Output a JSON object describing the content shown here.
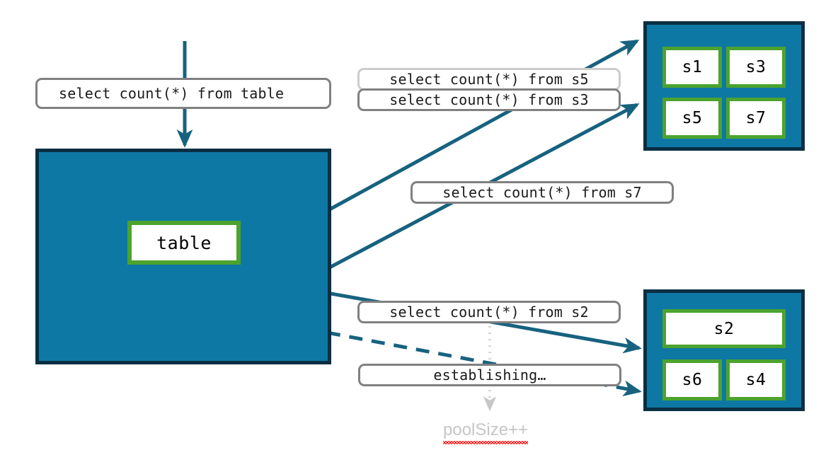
{
  "diagram": {
    "title": "Connection pool query routing",
    "colors": {
      "pool_fill": "#0E78A4",
      "pool_border": "#0A2E42",
      "node_border": "#4CA32E",
      "edge": "#17627F",
      "chip_border": "#808080",
      "chip_border_faded": "#cccccc",
      "annotation_text": "#c6c6c6",
      "spellcheck_underline": "#ff0000"
    }
  },
  "source": {
    "query_label": "select count(*) from table",
    "db_node_label": "table"
  },
  "pools": [
    {
      "name": "pool-top",
      "servers": [
        {
          "label": "s1"
        },
        {
          "label": "s3"
        },
        {
          "label": "s5"
        },
        {
          "label": "s7"
        }
      ]
    },
    {
      "name": "pool-bottom",
      "servers": [
        {
          "label": "s2"
        },
        {
          "label": "s6"
        },
        {
          "label": "s4"
        }
      ]
    }
  ],
  "chips": [
    {
      "name": "query-s5",
      "text": "select count(*) from s5",
      "faded": true
    },
    {
      "name": "query-s3",
      "text": "select count(*) from s3",
      "faded": false
    },
    {
      "name": "query-s7",
      "text": "select count(*) from s7",
      "faded": false
    },
    {
      "name": "query-s2",
      "text": "select count(*) from s2",
      "faded": false
    },
    {
      "name": "status-establishing",
      "text": "establishing…",
      "faded": false
    }
  ],
  "annotation": {
    "text": "poolSize++"
  }
}
